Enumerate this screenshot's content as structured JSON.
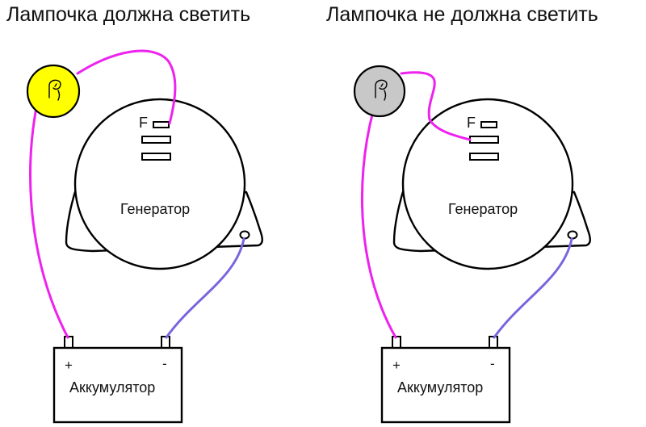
{
  "panels": [
    {
      "title": "Лампочка должна светить",
      "lamp_color": "#ffff00",
      "generator_label": "Генератор",
      "terminal_label": "F",
      "battery_label": "Аккумулятор",
      "plus_label": "+",
      "minus_label": "-"
    },
    {
      "title": "Лампочка не должна светить",
      "lamp_color": "#c8c8c8",
      "generator_label": "Генератор",
      "terminal_label": "F",
      "battery_label": "Аккумулятор",
      "plus_label": "+",
      "minus_label": "-"
    }
  ],
  "colors": {
    "positive_wire": "#ee22ee",
    "ground_wire": "#7766dd"
  }
}
